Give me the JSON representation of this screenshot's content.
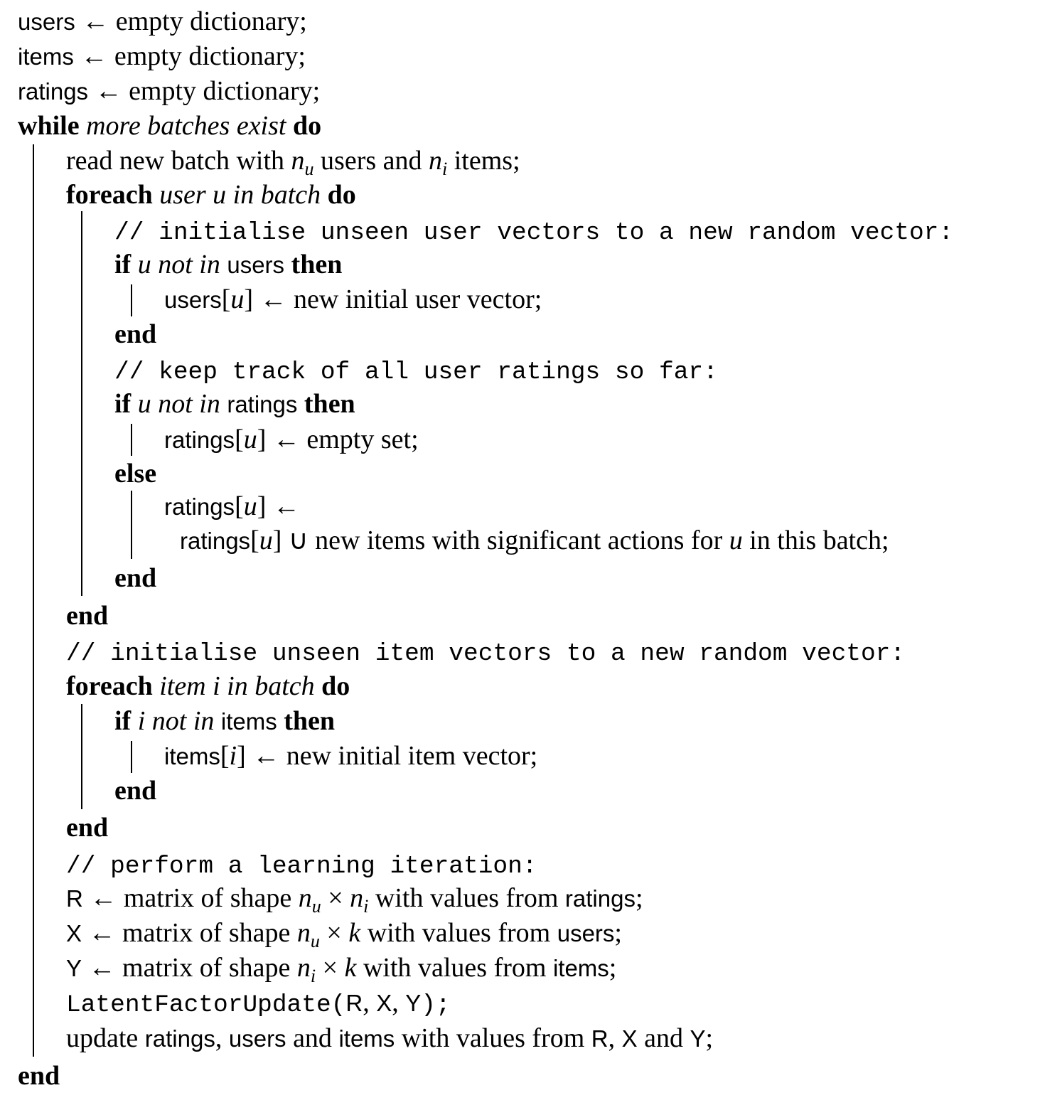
{
  "algorithm": {
    "lines": [
      {
        "indent": 0,
        "seg": [
          [
            "sans",
            "users"
          ],
          [
            "serif",
            " ← empty dictionary;"
          ]
        ]
      },
      {
        "indent": 0,
        "seg": [
          [
            "sans",
            "items"
          ],
          [
            "serif",
            " ← empty dictionary;"
          ]
        ]
      },
      {
        "indent": 0,
        "seg": [
          [
            "sans",
            "ratings"
          ],
          [
            "serif",
            " ← empty dictionary;"
          ]
        ]
      },
      {
        "indent": 0,
        "seg": [
          [
            "bold",
            "while "
          ],
          [
            "ital",
            "more batches exist "
          ],
          [
            "bold",
            "do"
          ]
        ]
      },
      {
        "indent": 1,
        "seg": [
          [
            "serif",
            "read new batch with "
          ],
          [
            "ital",
            "n"
          ],
          [
            "sub",
            "u"
          ],
          [
            "serif",
            " users and "
          ],
          [
            "ital",
            "n"
          ],
          [
            "sub",
            "i"
          ],
          [
            "serif",
            " items;"
          ]
        ]
      },
      {
        "indent": 1,
        "seg": [
          [
            "bold",
            "foreach "
          ],
          [
            "ital",
            "user u in batch "
          ],
          [
            "bold",
            "do"
          ]
        ]
      },
      {
        "indent": 2,
        "seg": [
          [
            "mono",
            "// initialise unseen user vectors to a new random vector:"
          ]
        ]
      },
      {
        "indent": 2,
        "seg": [
          [
            "bold",
            "if "
          ],
          [
            "ital",
            "u not in "
          ],
          [
            "sans",
            "users"
          ],
          [
            "bold",
            " then"
          ]
        ]
      },
      {
        "indent": 3,
        "seg": [
          [
            "sans",
            "users"
          ],
          [
            "serif",
            "["
          ],
          [
            "ital",
            "u"
          ],
          [
            "serif",
            "] ← new initial user vector;"
          ]
        ]
      },
      {
        "indent": 2,
        "seg": [
          [
            "bold",
            "end"
          ]
        ]
      },
      {
        "indent": 2,
        "seg": [
          [
            "mono",
            "// keep track of all user ratings so far:"
          ]
        ]
      },
      {
        "indent": 2,
        "seg": [
          [
            "bold",
            "if "
          ],
          [
            "ital",
            "u not in "
          ],
          [
            "sans",
            "ratings"
          ],
          [
            "bold",
            " then"
          ]
        ]
      },
      {
        "indent": 3,
        "seg": [
          [
            "sans",
            "ratings"
          ],
          [
            "serif",
            "["
          ],
          [
            "ital",
            "u"
          ],
          [
            "serif",
            "] ← empty set;"
          ]
        ]
      },
      {
        "indent": 2,
        "seg": [
          [
            "bold",
            "else"
          ]
        ]
      },
      {
        "indent": 3,
        "seg": [
          [
            "sans",
            "ratings"
          ],
          [
            "serif",
            "["
          ],
          [
            "ital",
            "u"
          ],
          [
            "serif",
            "] ←"
          ]
        ]
      },
      {
        "indent": 3.33,
        "seg": [
          [
            "sans",
            "ratings"
          ],
          [
            "serif",
            "["
          ],
          [
            "ital",
            "u"
          ],
          [
            "serif",
            "] ∪ new items with significant actions for "
          ],
          [
            "ital",
            "u"
          ],
          [
            "serif",
            " in this batch;"
          ]
        ]
      },
      {
        "indent": 2,
        "seg": [
          [
            "bold",
            "end"
          ]
        ]
      },
      {
        "indent": 1,
        "seg": [
          [
            "bold",
            "end"
          ]
        ]
      },
      {
        "indent": 1,
        "seg": [
          [
            "mono",
            "// initialise unseen item vectors to a new random vector:"
          ]
        ]
      },
      {
        "indent": 1,
        "seg": [
          [
            "bold",
            "foreach "
          ],
          [
            "ital",
            "item i in batch "
          ],
          [
            "bold",
            "do"
          ]
        ]
      },
      {
        "indent": 2,
        "seg": [
          [
            "bold",
            "if "
          ],
          [
            "ital",
            "i not in "
          ],
          [
            "sans",
            "items"
          ],
          [
            "bold",
            " then"
          ]
        ]
      },
      {
        "indent": 3,
        "seg": [
          [
            "sans",
            "items"
          ],
          [
            "serif",
            "["
          ],
          [
            "ital",
            "i"
          ],
          [
            "serif",
            "] ← new initial item vector;"
          ]
        ]
      },
      {
        "indent": 2,
        "seg": [
          [
            "bold",
            "end"
          ]
        ]
      },
      {
        "indent": 1,
        "seg": [
          [
            "bold",
            "end"
          ]
        ]
      },
      {
        "indent": 1,
        "seg": [
          [
            "mono",
            "// perform a learning iteration:"
          ]
        ]
      },
      {
        "indent": 1,
        "seg": [
          [
            "sans",
            "R"
          ],
          [
            "serif",
            " ← matrix of shape "
          ],
          [
            "ital",
            "n"
          ],
          [
            "sub",
            "u"
          ],
          [
            "serif",
            " × "
          ],
          [
            "ital",
            "n"
          ],
          [
            "sub",
            "i"
          ],
          [
            "serif",
            " with values from "
          ],
          [
            "sans",
            "ratings"
          ],
          [
            "serif",
            ";"
          ]
        ]
      },
      {
        "indent": 1,
        "seg": [
          [
            "sans",
            "X"
          ],
          [
            "serif",
            " ← matrix of shape "
          ],
          [
            "ital",
            "n"
          ],
          [
            "sub",
            "u"
          ],
          [
            "serif",
            " × "
          ],
          [
            "ital",
            "k"
          ],
          [
            "serif",
            " with values from "
          ],
          [
            "sans",
            "users"
          ],
          [
            "serif",
            ";"
          ]
        ]
      },
      {
        "indent": 1,
        "seg": [
          [
            "sans",
            "Y"
          ],
          [
            "serif",
            " ← matrix of shape "
          ],
          [
            "ital",
            "n"
          ],
          [
            "sub",
            "i"
          ],
          [
            "serif",
            " × "
          ],
          [
            "ital",
            "k"
          ],
          [
            "serif",
            " with values from "
          ],
          [
            "sans",
            "items"
          ],
          [
            "serif",
            ";"
          ]
        ]
      },
      {
        "indent": 1,
        "seg": [
          [
            "mono",
            "LatentFactorUpdate("
          ],
          [
            "sans",
            "R"
          ],
          [
            "serif",
            ", "
          ],
          [
            "sans",
            "X"
          ],
          [
            "serif",
            ", "
          ],
          [
            "sans",
            "Y"
          ],
          [
            "mono",
            ");"
          ]
        ]
      },
      {
        "indent": 1,
        "seg": [
          [
            "serif",
            "update "
          ],
          [
            "sans",
            "ratings"
          ],
          [
            "serif",
            ", "
          ],
          [
            "sans",
            "users"
          ],
          [
            "serif",
            " and "
          ],
          [
            "sans",
            "items"
          ],
          [
            "serif",
            " with values from "
          ],
          [
            "sans",
            "R"
          ],
          [
            "serif",
            ", "
          ],
          [
            "sans",
            "X"
          ],
          [
            "serif",
            " and "
          ],
          [
            "sans",
            "Y"
          ],
          [
            "serif",
            ";"
          ]
        ]
      },
      {
        "indent": 0,
        "seg": [
          [
            "bold",
            "end"
          ]
        ]
      }
    ]
  }
}
